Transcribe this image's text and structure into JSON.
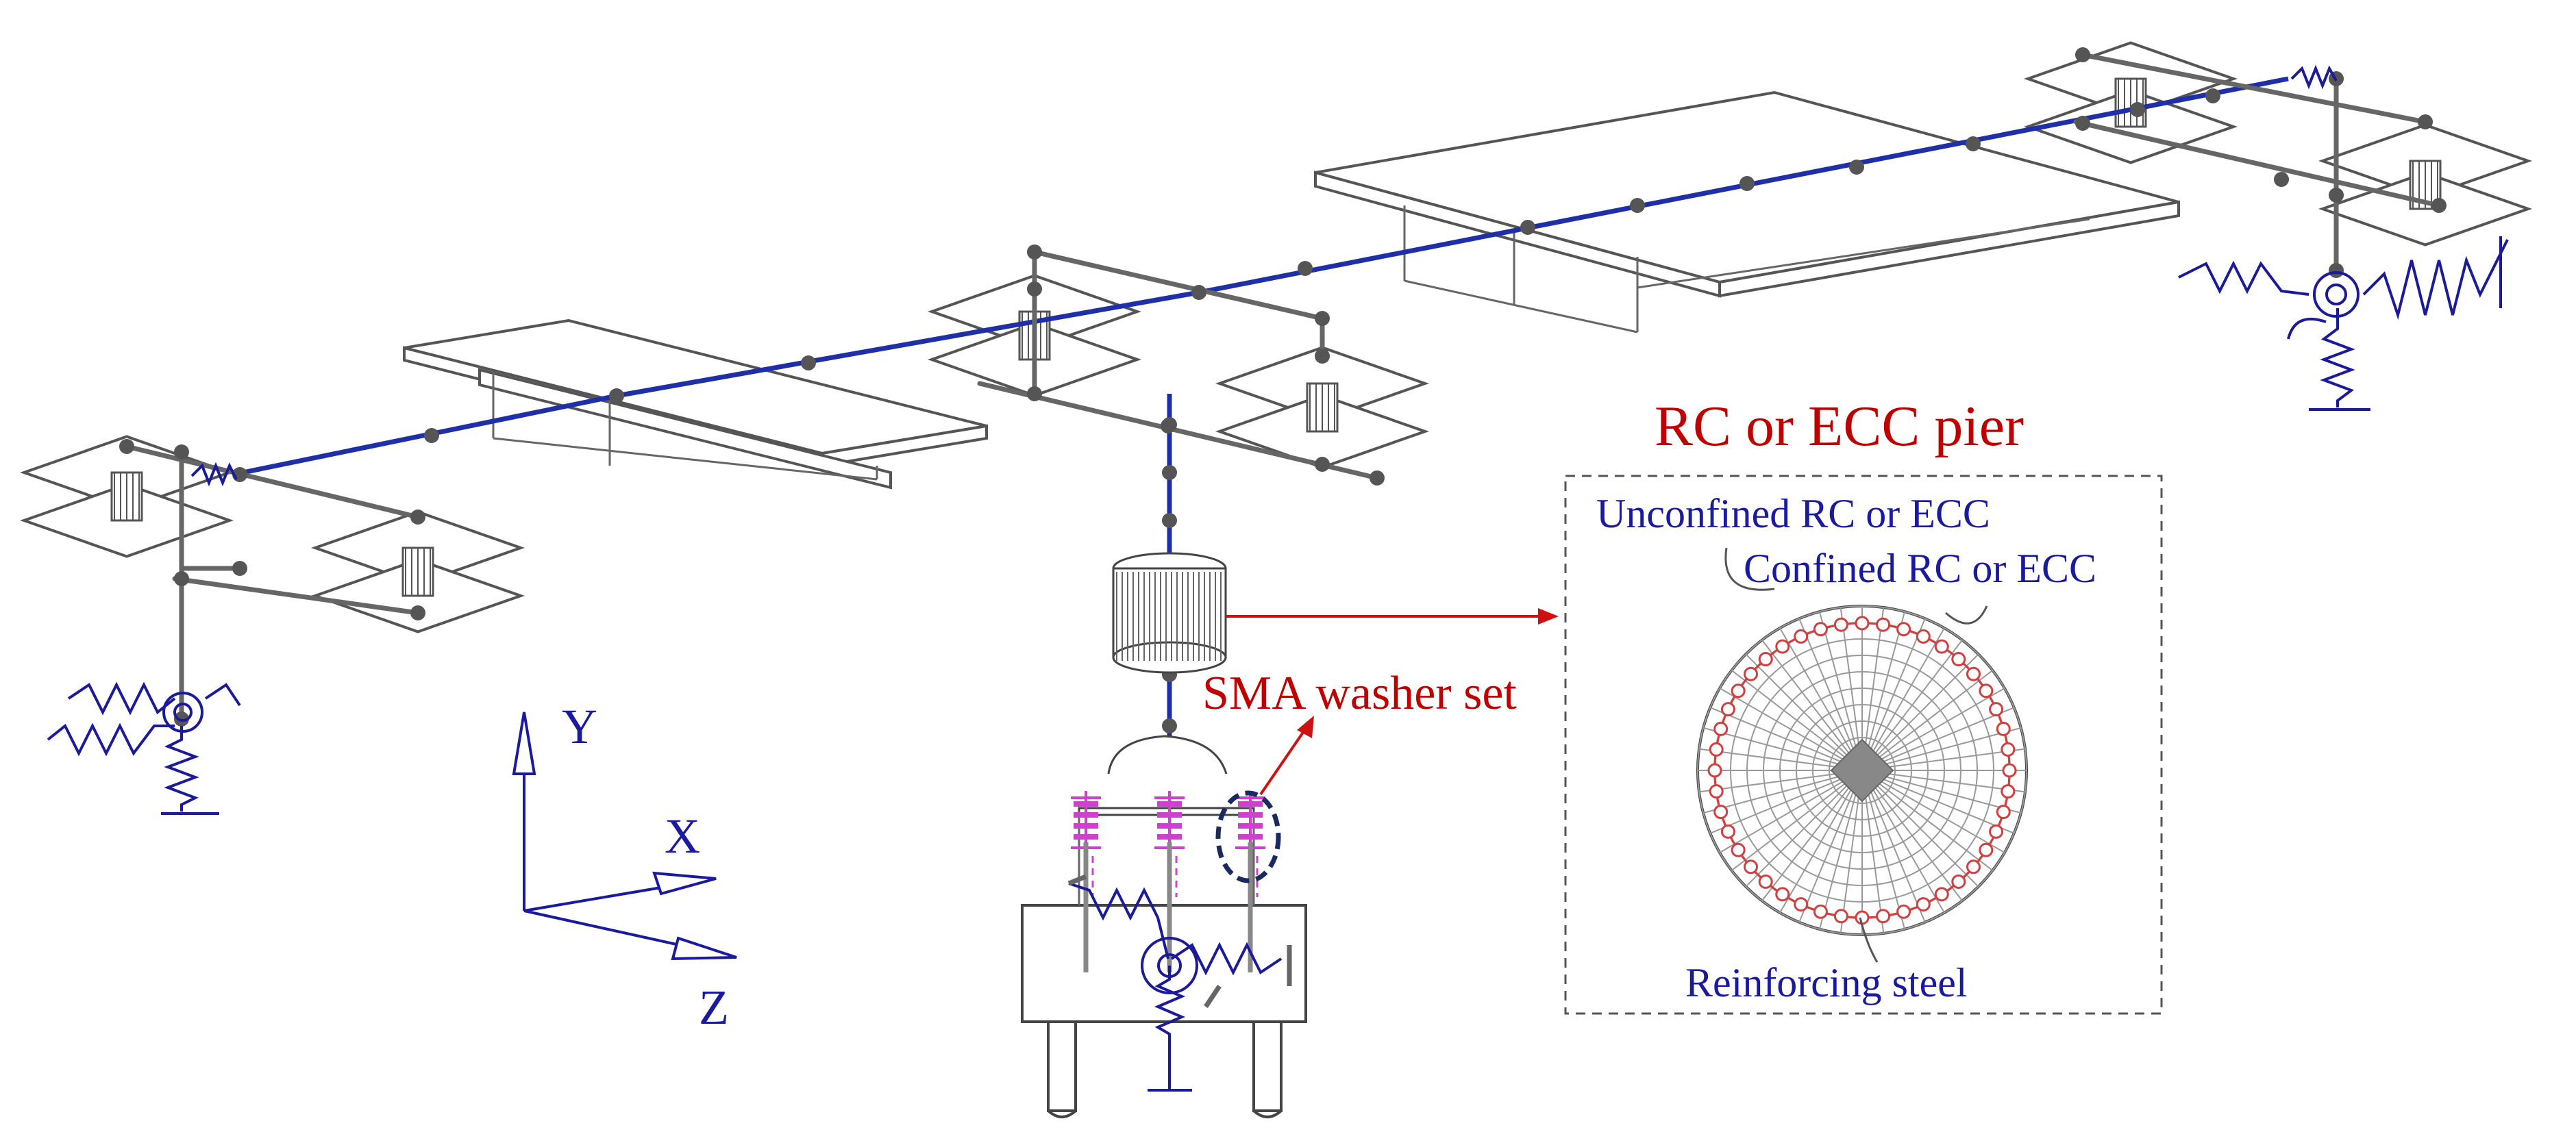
{
  "labels": {
    "pier_title": "RC or ECC pier",
    "unconfined": "Unconfined RC or ECC",
    "confined": "Confined RC or ECC",
    "reinforcing": "Reinforcing steel",
    "sma_washer": "SMA washer set"
  },
  "axes": {
    "y": "Y",
    "x": "X",
    "z": "Z"
  },
  "colors": {
    "girder": "#1f2fa8",
    "frame": "#666666",
    "annotation_red": "#c00000",
    "annotation_blue": "#1a1aa0",
    "sma_pink": "#d040d0",
    "rebar_red": "#d04040"
  },
  "section": {
    "rebar_count": 44,
    "radial_lines": 48,
    "rings": 10
  }
}
